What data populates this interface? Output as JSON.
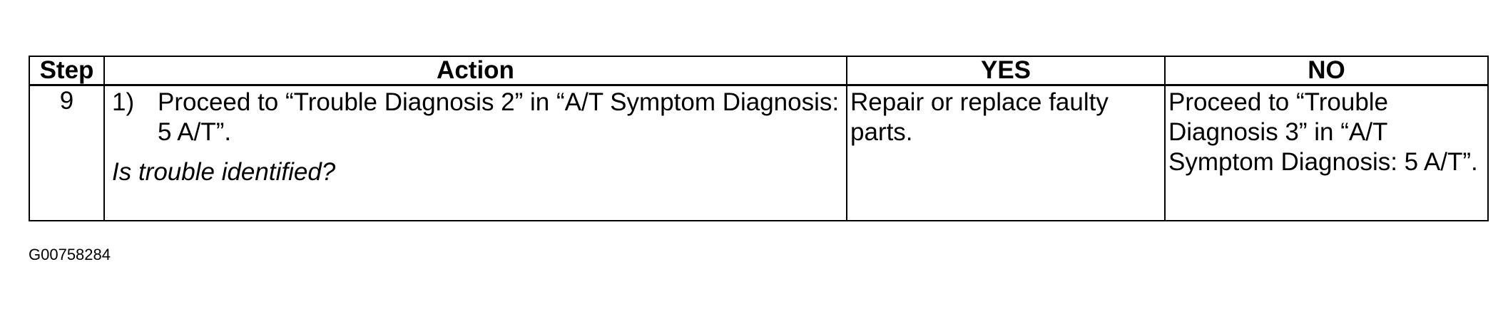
{
  "table": {
    "headers": {
      "step": "Step",
      "action": "Action",
      "yes": "YES",
      "no": "NO"
    },
    "rows": [
      {
        "step": "9",
        "action_num": "1)",
        "action_text": "Proceed to “Trouble Diagnosis 2” in “A/T Symptom Diagnosis: 5 A/T”.",
        "question": "Is trouble identified?",
        "yes": "Repair or replace faulty parts.",
        "no": "Proceed to “Trouble Diagnosis 3” in “A/T Symptom Diagnosis: 5 A/T”."
      }
    ]
  },
  "figure_id": "G00758284"
}
